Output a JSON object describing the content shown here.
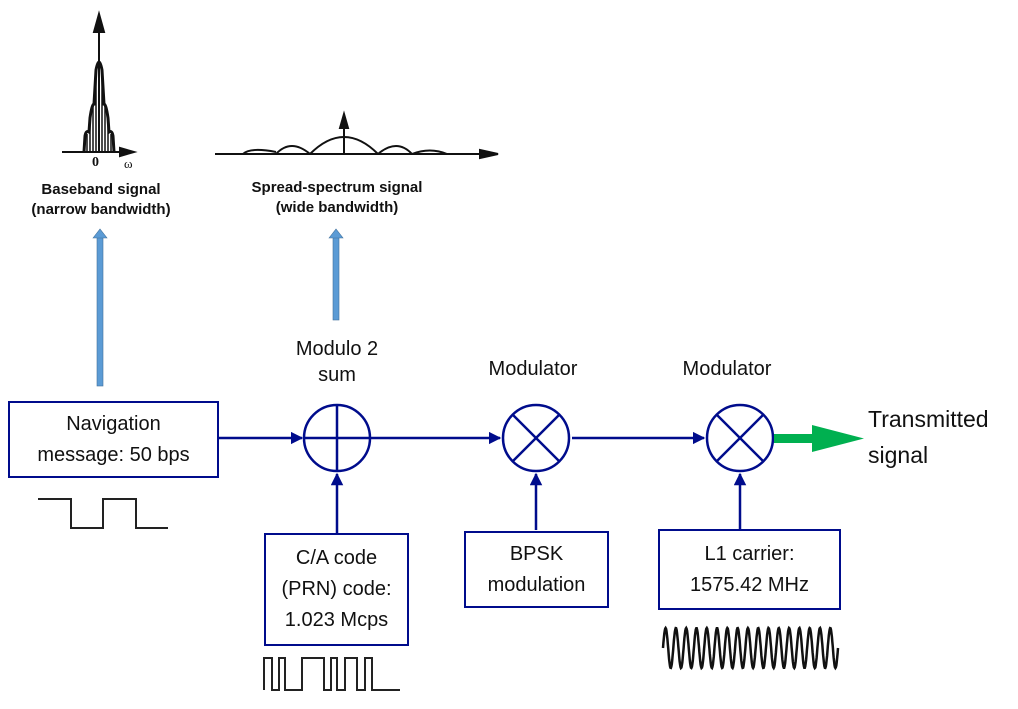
{
  "colors": {
    "block_stroke": "#000c8c",
    "spectrum_arrow": "#5b9bd5",
    "output_arrow": "#00b050",
    "waveform": "#111111"
  },
  "spectra": {
    "baseband": {
      "title": "Baseband signal",
      "subtitle": "(narrow bandwidth)",
      "origin_tick": "0",
      "axis_symbol": "ω"
    },
    "spread": {
      "title": "Spread-spectrum signal",
      "subtitle": "(wide bandwidth)"
    }
  },
  "blocks": {
    "navigation": {
      "line1": "Navigation",
      "line2": "message: 50 bps"
    },
    "ca_code": {
      "line1": "C/A code",
      "line2": "(PRN) code:",
      "line3": "1.023 Mcps"
    },
    "bpsk": {
      "line1": "BPSK",
      "line2": "modulation"
    },
    "carrier": {
      "line1": "L1 carrier:",
      "line2": "1575.42 MHz"
    }
  },
  "operators": {
    "modulo2": {
      "label_line1": "Modulo 2",
      "label_line2": "sum",
      "symbol": "circled-plus"
    },
    "modulator1": {
      "label": "Modulator",
      "symbol": "circled-times"
    },
    "modulator2": {
      "label": "Modulator",
      "symbol": "circled-times"
    }
  },
  "output": {
    "line1": "Transmitted",
    "line2": "signal"
  }
}
